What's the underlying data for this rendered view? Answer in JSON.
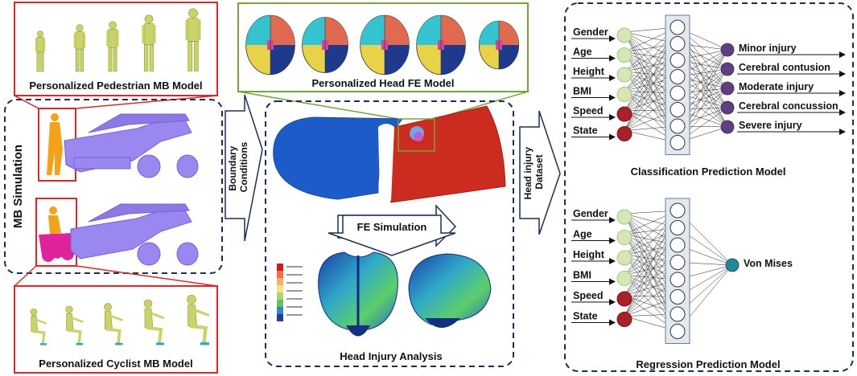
{
  "colors": {
    "frame_red": "#d62828",
    "frame_green": "#7aa23a",
    "dashed_navy": "#1c2f4f",
    "input_green": "#d6e7b6",
    "input_red": "#a8202a",
    "output_purple": "#5e3e86",
    "von_mises_teal": "#1d8a9c",
    "skin_yellow": "#c9d36a",
    "vehicle_purple": "#9a87ef",
    "fe_blue": "#1d5bc9",
    "fe_red": "#cc2b1f"
  },
  "left": {
    "pedestrian_label": "Personalized Pedestrian MB Model",
    "cyclist_label": "Personalized Cyclist MB Model",
    "mb_simulation_label": "MB Simulation"
  },
  "arrow1": {
    "line1": "Boundary",
    "line2": "Conditions"
  },
  "middle": {
    "head_model_label": "Personalized Head FE Model",
    "fe_simulation_label": "FE Simulation",
    "head_injury_label": "Head Injury Analysis"
  },
  "arrow2": {
    "line1": "Head injury",
    "line2": "Dataset"
  },
  "classification": {
    "inputs": [
      "Gender",
      "Age",
      "Height",
      "BMI",
      "Speed",
      "State"
    ],
    "outputs": [
      "Minor injury",
      "Cerebral contusion",
      "Moderate injury",
      "Cerebral concussion",
      "Severe injury"
    ],
    "title": "Classification Prediction Model"
  },
  "regression": {
    "inputs": [
      "Gender",
      "Age",
      "Height",
      "BMI",
      "Speed",
      "State"
    ],
    "output": "Von Mises",
    "title": "Regression Prediction Model"
  }
}
